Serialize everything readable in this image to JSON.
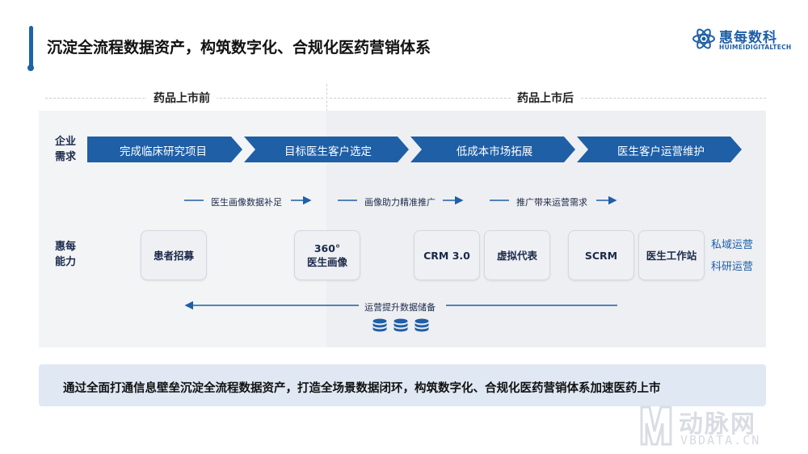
{
  "title": "沉淀全流程数据资产，构筑数字化、合规化医药营销体系",
  "logo": {
    "name_cn": "惠每数科",
    "name_en": "HUIMEIDIGITALTECH"
  },
  "phases": [
    "药品上市前",
    "药品上市后"
  ],
  "rows": {
    "demand": "企业\n需求",
    "capability": "惠每\n能力"
  },
  "demand_steps": [
    "完成临床研究项目",
    "目标医生客户选定",
    "低成本市场拓展",
    "医生客户运营维护"
  ],
  "flows": [
    "医生画像数据补足",
    "画像助力精准推广",
    "推广带来运营需求"
  ],
  "capabilities": [
    "患者招募",
    "360°\n医生画像",
    "CRM 3.0",
    "虚拟代表",
    "SCRM",
    "医生工作站"
  ],
  "side_notes": [
    "私域运营",
    "科研运营"
  ],
  "feedback": "运营提升数据储备",
  "summary": "通过全面打通信息壁垒沉淀全流程数据资产，打造全场景数据闭环，构筑数字化、合规化医药营销体系加速医药上市",
  "watermark": {
    "cn": "动脉网",
    "en": "VBDATA.CN"
  },
  "colors": {
    "primary": "#1e5fa6",
    "panel": "#f1f2f4",
    "summary_bg": "#dfe8f3"
  },
  "icons": {
    "database": "database-icon",
    "logo": "atom-logo-icon"
  }
}
